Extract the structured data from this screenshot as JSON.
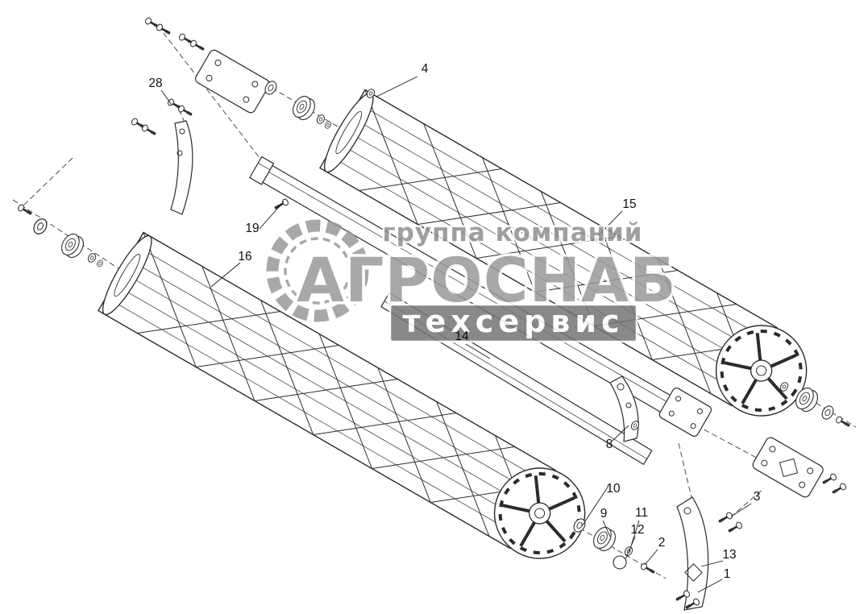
{
  "part_labels": [
    "4",
    "28",
    "19",
    "16",
    "15",
    "14",
    "8",
    "10",
    "9",
    "11",
    "12",
    "2",
    "3",
    "13",
    "1"
  ],
  "watermark": {
    "line1": "группа компаний",
    "line2": "АГРОСНАБ",
    "line3": "техсервис"
  },
  "colors": {
    "background": "#ffffff",
    "line": "#2b2b2b",
    "watermark_text": "#9a9a9a",
    "watermark_box": "#757575"
  }
}
